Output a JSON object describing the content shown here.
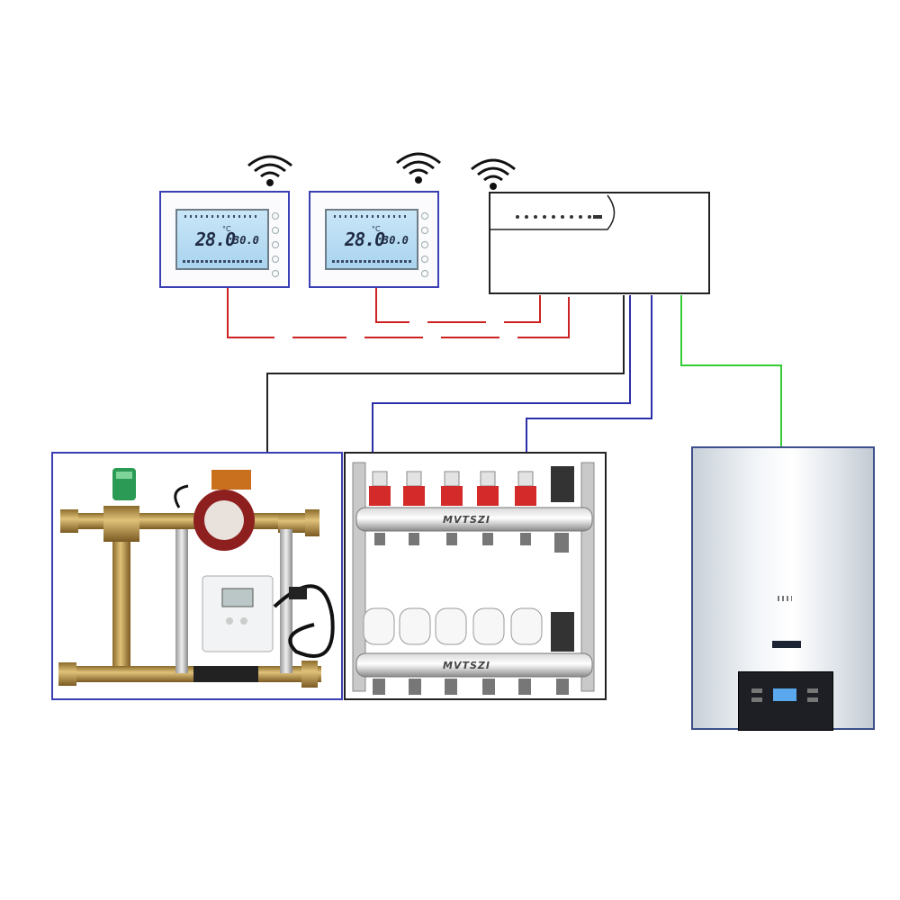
{
  "thermostats": [
    {
      "temp": "28.0",
      "unit": "°C",
      "setpoint": "30.0"
    },
    {
      "temp": "28.0",
      "unit": "°C",
      "setpoint": "30.0"
    }
  ],
  "manifold_brand": "MVTSZI",
  "icons": [
    "wifi-icon",
    "wifi-icon",
    "wifi-icon"
  ],
  "colors": {
    "frame": "#3b3fb4",
    "sensor_wire": "#cc2222",
    "pump_wire": "#222222",
    "actuator_wire": "#2b2fa8",
    "boiler_wire": "#33cc33"
  }
}
